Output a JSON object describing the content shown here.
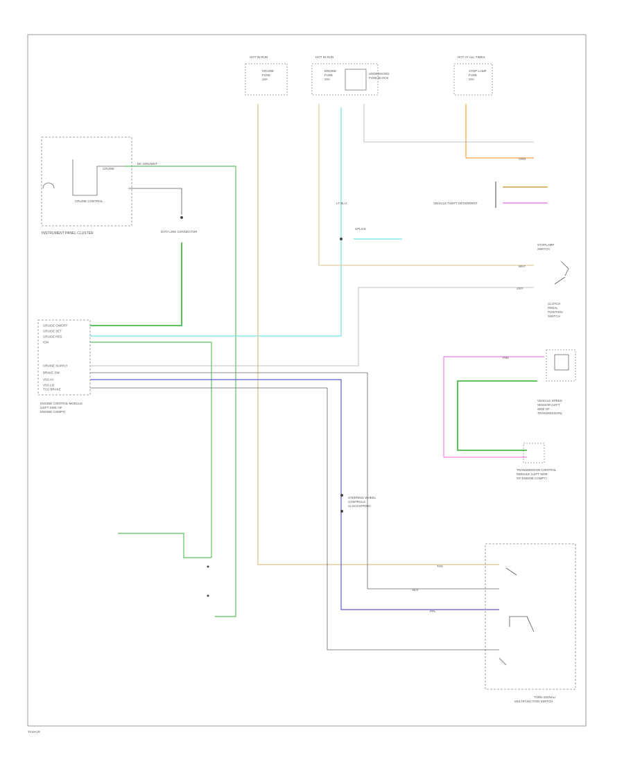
{
  "modules": {
    "instrument_cluster": {
      "label": "INSTRUMENT PANEL CLUSTER",
      "cruise_indicator": "CRUISE",
      "lamp_text": "CRUISE CONTROL"
    },
    "ecm": {
      "label": [
        "ENGINE CONTROL MODULE",
        "(LEFT SIDE OF",
        "ENGINE COMPT)"
      ]
    },
    "tcm": {
      "label": [
        "TRANSMISSION CONTROL",
        "MODULE (LEFT SIDE",
        "OF ENGINE COMPT)"
      ]
    },
    "vss": {
      "label": [
        "VEHICLE SPEED",
        "SENSOR (LEFT",
        "SIDE OF",
        "TRANSMISSION)"
      ]
    },
    "multifunction": {
      "label": [
        "TURN SIGNAL/",
        "MULTIFUNCTION SWITCH"
      ]
    },
    "clock_spring": {
      "label": [
        "STEERING WHEEL",
        "CONTROLS",
        "CLOCKSPRING"
      ]
    },
    "brake_switch": {
      "label": [
        "STOPLAMP",
        "SWITCH"
      ]
    },
    "tcc_switch": {
      "label": [
        "CLUTCH",
        "PEDAL",
        "POSITION",
        "SWITCH"
      ]
    },
    "fuse_block": {
      "label": [
        "UNDERHOOD",
        "FUSE BLOCK"
      ]
    }
  },
  "fuses": {
    "fuse_a": {
      "title": "HOT IN RUN",
      "rating": [
        "CRUISE",
        "FUSE",
        "10A"
      ]
    },
    "fuse_b": {
      "title": "HOT IN RUN",
      "rating": [
        "ENGINE",
        "FUSE",
        "20A"
      ]
    },
    "fuse_c": {
      "title": "HOT AT ALL TIMES",
      "rating": [
        "STOP LAMP",
        "FUSE",
        "20A"
      ]
    }
  },
  "notes": {
    "data_link": "DATA LINK CONNECTOR",
    "splice": "SPLICE",
    "footer": "TCM-CR",
    "theft": "VEHICLE THEFT DETERRENT"
  },
  "wire_labels": {
    "dk_green_white": "DK GRN/WHT",
    "tan": "TAN",
    "lt_blue": "LT BLU",
    "gray": "GRY",
    "purple": "PPL",
    "orange": "ORN",
    "pink": "PNK",
    "blk": "BLK",
    "wht": "WHT"
  },
  "ecm_pins": [
    "CRUISE ON/OFF",
    "CRUISE SET",
    "CRUISE RES",
    "IGN",
    "CRUISE SUPPLY",
    "BRAKE SW",
    "VSS HI",
    "VSS LO",
    "TCC BRAKE"
  ],
  "colors": {
    "green": "#5cc25c",
    "cyan": "#6fe5e5",
    "tan": "#d9c08a",
    "orange": "#f5a040",
    "pink": "#ee7fee",
    "blue": "#5a5ae0",
    "gray": "#9a9a9a",
    "dark": "#444444"
  }
}
